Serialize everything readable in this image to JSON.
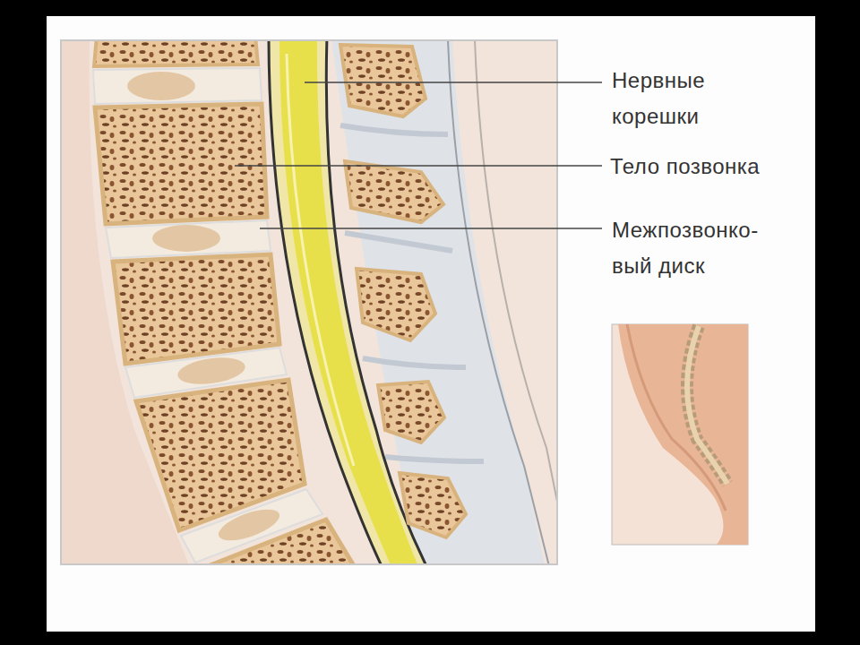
{
  "diagram": {
    "labels": [
      "Нервные корешки",
      "Тело позвонка",
      "Межпозвонко- вый диск"
    ]
  }
}
